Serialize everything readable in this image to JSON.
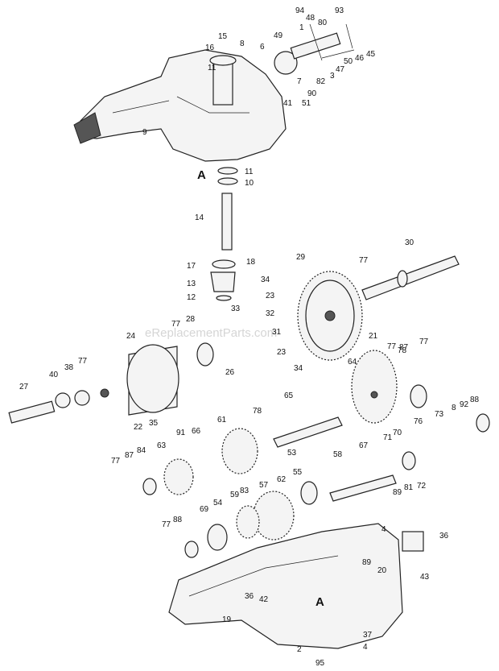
{
  "watermark": "eReplacementParts.com",
  "assembly_marks": [
    "A",
    "A"
  ],
  "callouts": [
    "15",
    "8",
    "16",
    "11",
    "6",
    "94",
    "48",
    "80",
    "93",
    "49",
    "1",
    "82",
    "3",
    "47",
    "50",
    "46",
    "45",
    "7",
    "90",
    "51",
    "41",
    "9",
    "11",
    "10",
    "14",
    "17",
    "18",
    "13",
    "12",
    "34",
    "23",
    "33",
    "32",
    "31",
    "29",
    "77",
    "30",
    "28",
    "77",
    "24",
    "26",
    "23",
    "34",
    "21",
    "27",
    "40",
    "38",
    "77",
    "22",
    "35",
    "78",
    "77",
    "87",
    "77",
    "64",
    "65",
    "78",
    "61",
    "53",
    "91",
    "66",
    "63",
    "77",
    "87",
    "84",
    "76",
    "73",
    "8",
    "92",
    "88",
    "67",
    "71",
    "70",
    "58",
    "55",
    "89",
    "81",
    "72",
    "57",
    "62",
    "59",
    "83",
    "54",
    "69",
    "77",
    "88",
    "4",
    "36",
    "20",
    "43",
    "89",
    "19",
    "36",
    "42",
    "2",
    "95",
    "37",
    "4"
  ]
}
